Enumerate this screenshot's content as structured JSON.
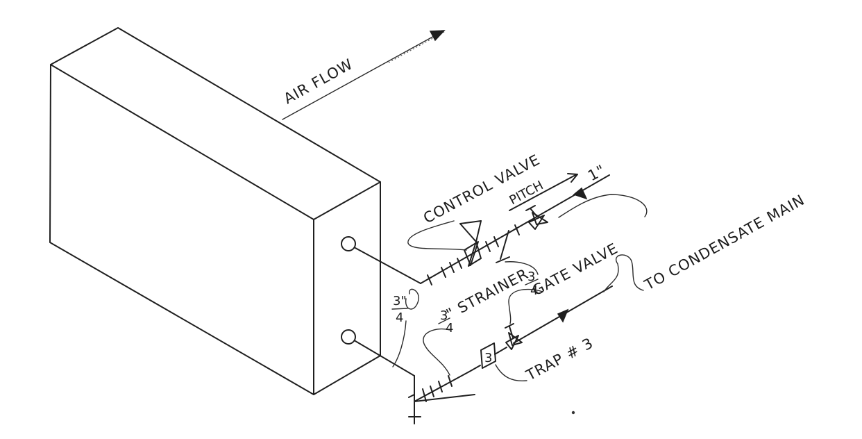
{
  "labels": {
    "air_flow": "AIR FLOW",
    "control_valve": "CONTROL VALVE",
    "pitch": "PITCH",
    "supply_size": "1\"",
    "gate_valve": "GATE VALVE",
    "to_condensate_main": "TO CONDENSATE MAIN",
    "strainer": "\" STRAINER",
    "strainer_size_num": "3",
    "strainer_size_den": "4",
    "gate_size_num": "3",
    "gate_size_den": "4",
    "coil_pipe_size_num": "3\"",
    "coil_pipe_size_den": "4",
    "trap_label": "TRAP # 3",
    "trap_box_number": "3"
  }
}
